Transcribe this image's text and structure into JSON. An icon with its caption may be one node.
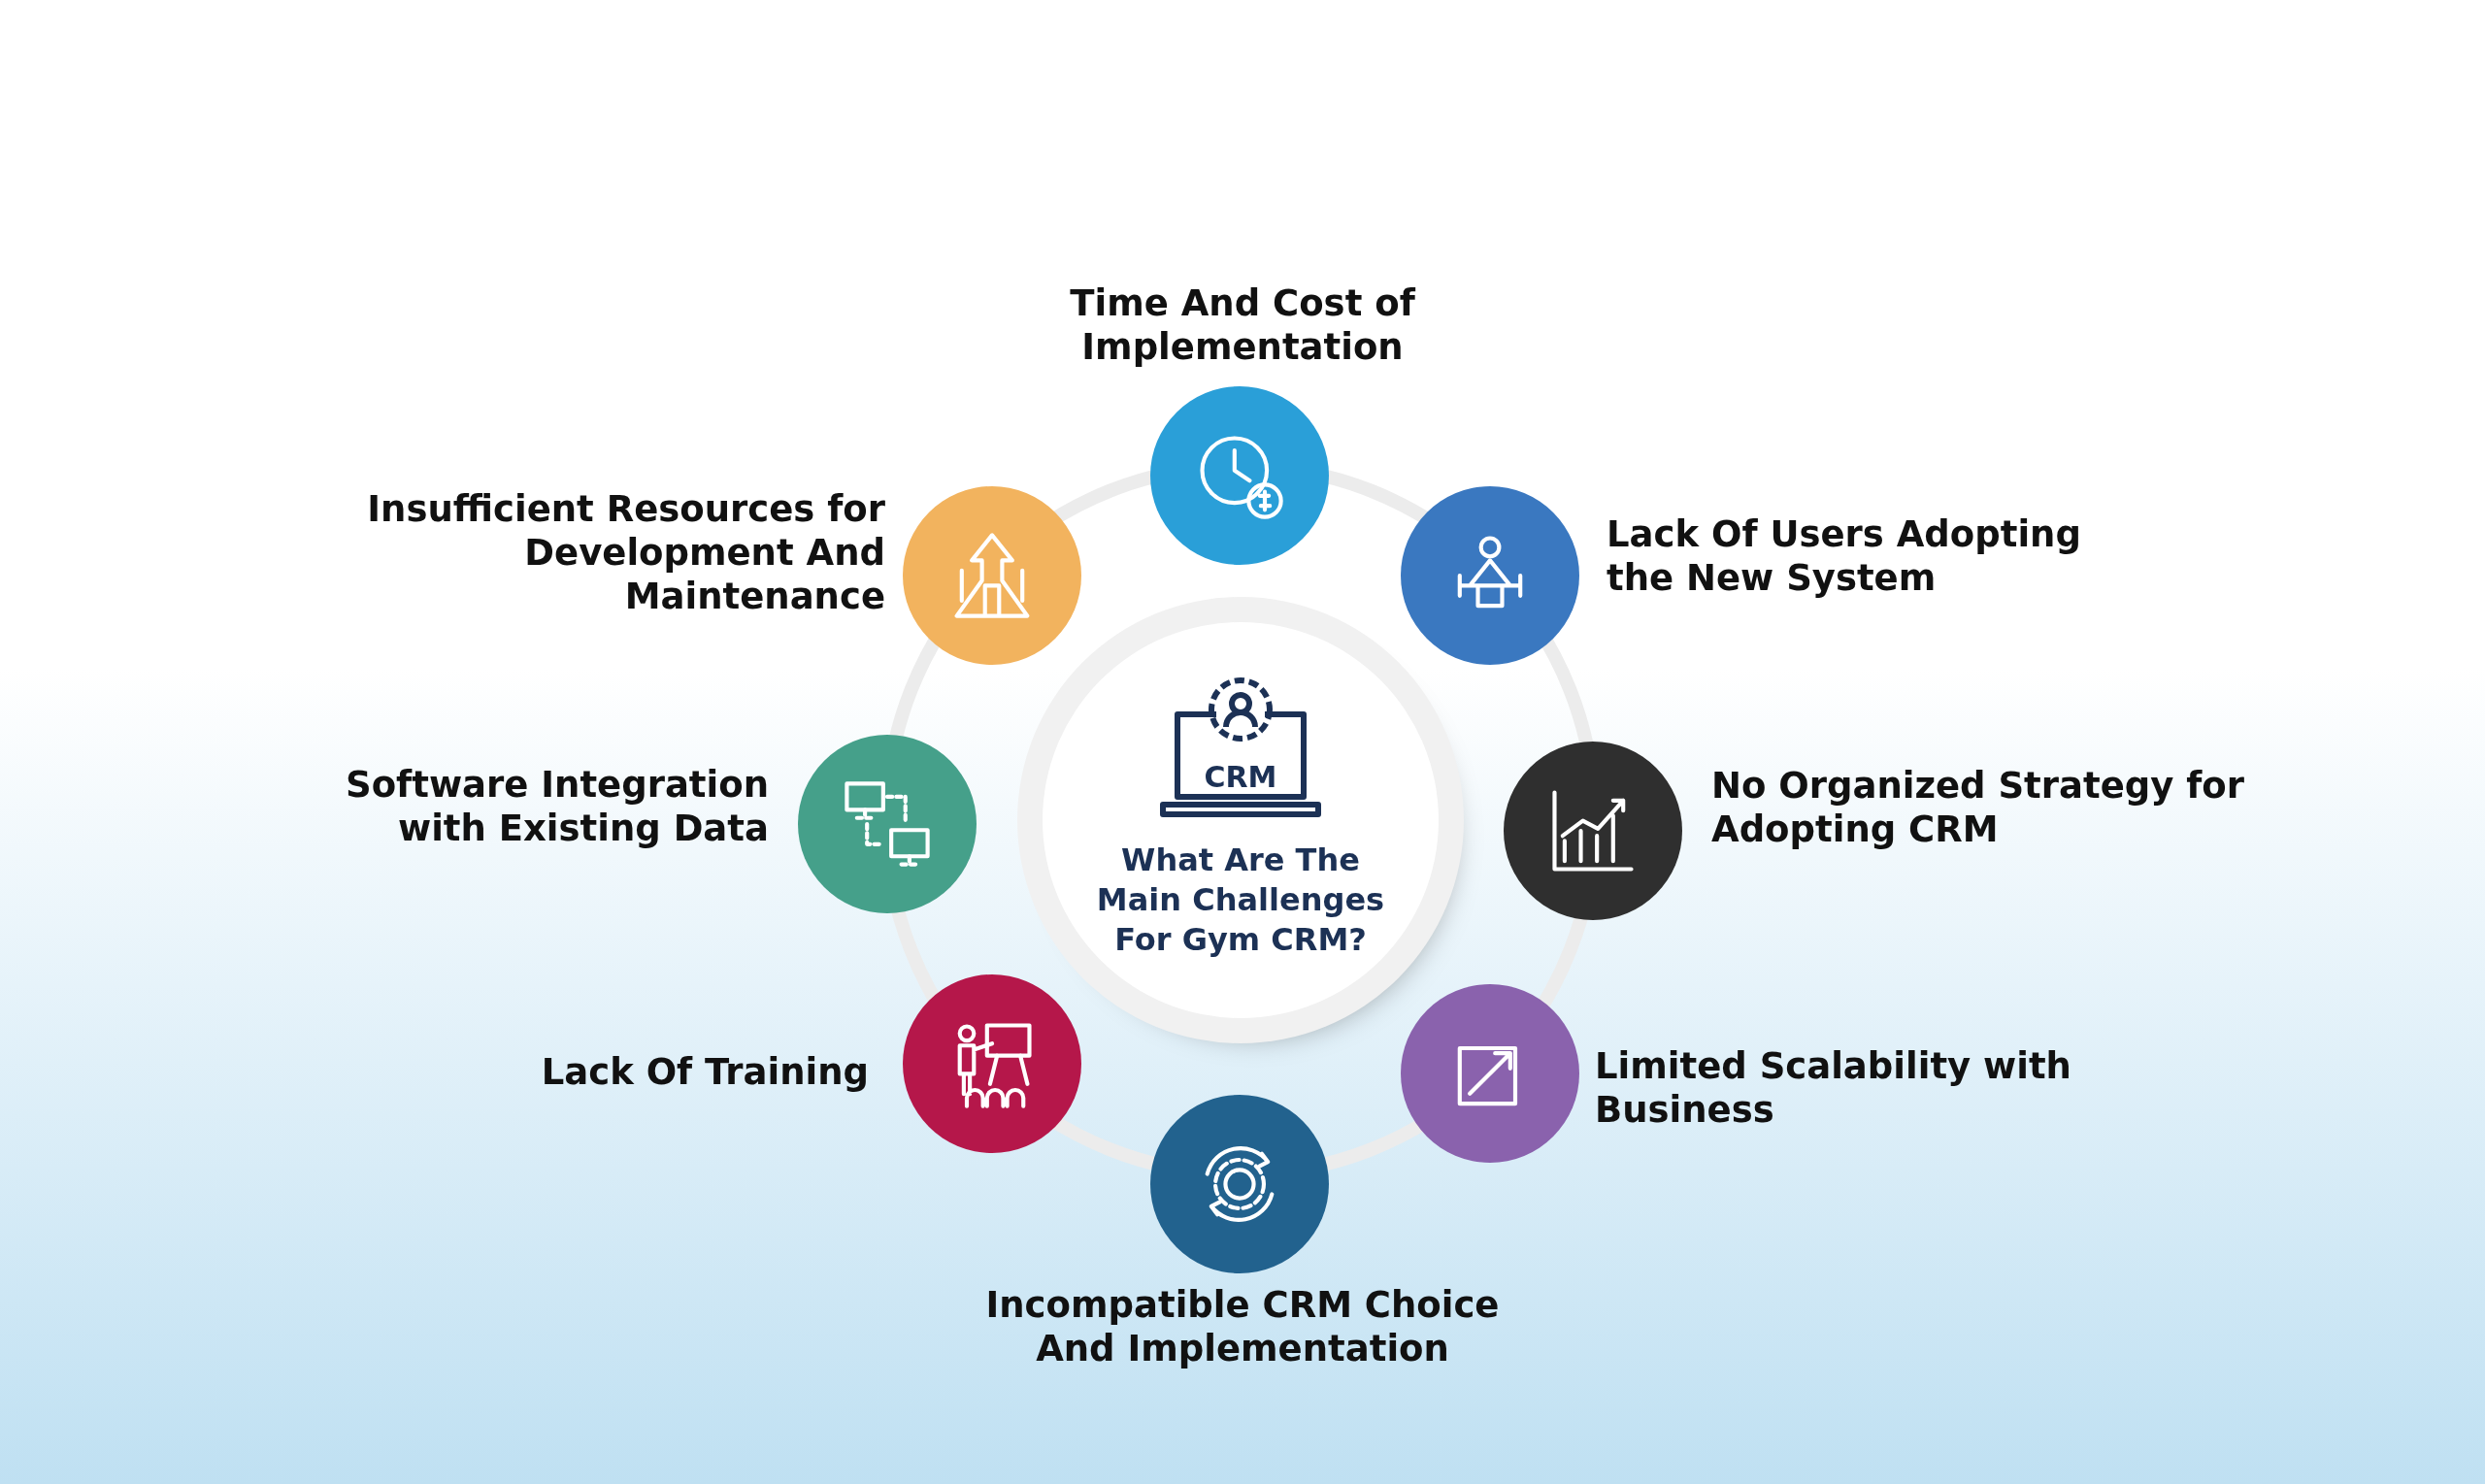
{
  "diagram": {
    "nodes": [
      {
        "text": [
          "CRM",
          "What Are The Main Challenges For Gym CRM?"
        ]
      },
      {
        "text": [],
        "shape": "circle",
        "beside": [
          "Time And Cost of Implementation"
        ]
      },
      {
        "text": [],
        "shape": "circle",
        "beside": [
          "Lack Of Users Adopting the New System"
        ]
      },
      {
        "text": [],
        "shape": "circle",
        "beside": [
          "No Organized Strategy for Adopting CRM"
        ]
      },
      {
        "text": [],
        "shape": "circle",
        "beside": [
          "Limited Scalability with Business"
        ]
      },
      {
        "text": [],
        "shape": "circle",
        "beside": [
          "Incompatible CRM Choice And Implementation"
        ]
      },
      {
        "text": [],
        "shape": "circle",
        "beside": [
          "Lack Of Training"
        ]
      },
      {
        "text": [],
        "shape": "circle",
        "beside": [
          "Software Integration with Existing Data"
        ]
      },
      {
        "text": [],
        "shape": "circle",
        "beside": [
          "Insufficient Resources for Development And Maintenance"
        ]
      }
    ]
  }
}
